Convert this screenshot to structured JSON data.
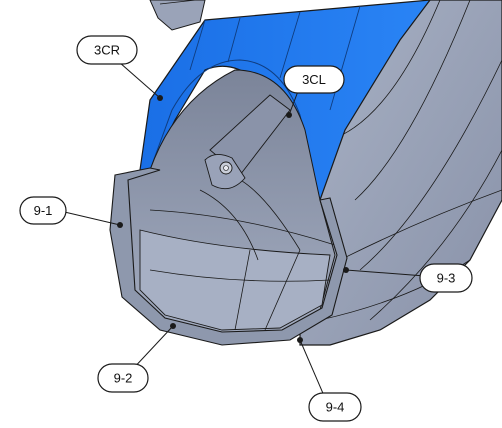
{
  "colors": {
    "background": "#ffffff",
    "shell_gray": "#8e98ad",
    "shell_gray_light": "#a7b0c3",
    "shell_gray_dark": "#6f7891",
    "interior_gray": "#98a2b7",
    "floor_gray": "#aab3c6",
    "accent_blue": "#1f78f0",
    "accent_blue_dark": "#1560c8",
    "edge_black": "#1a1a1a"
  },
  "icons": [
    "leader-dot-icon"
  ],
  "callouts": {
    "c3cr": "3CR",
    "c3cl": "3CL",
    "c91": "9-1",
    "c92": "9-2",
    "c93": "9-3",
    "c94": "9-4"
  }
}
